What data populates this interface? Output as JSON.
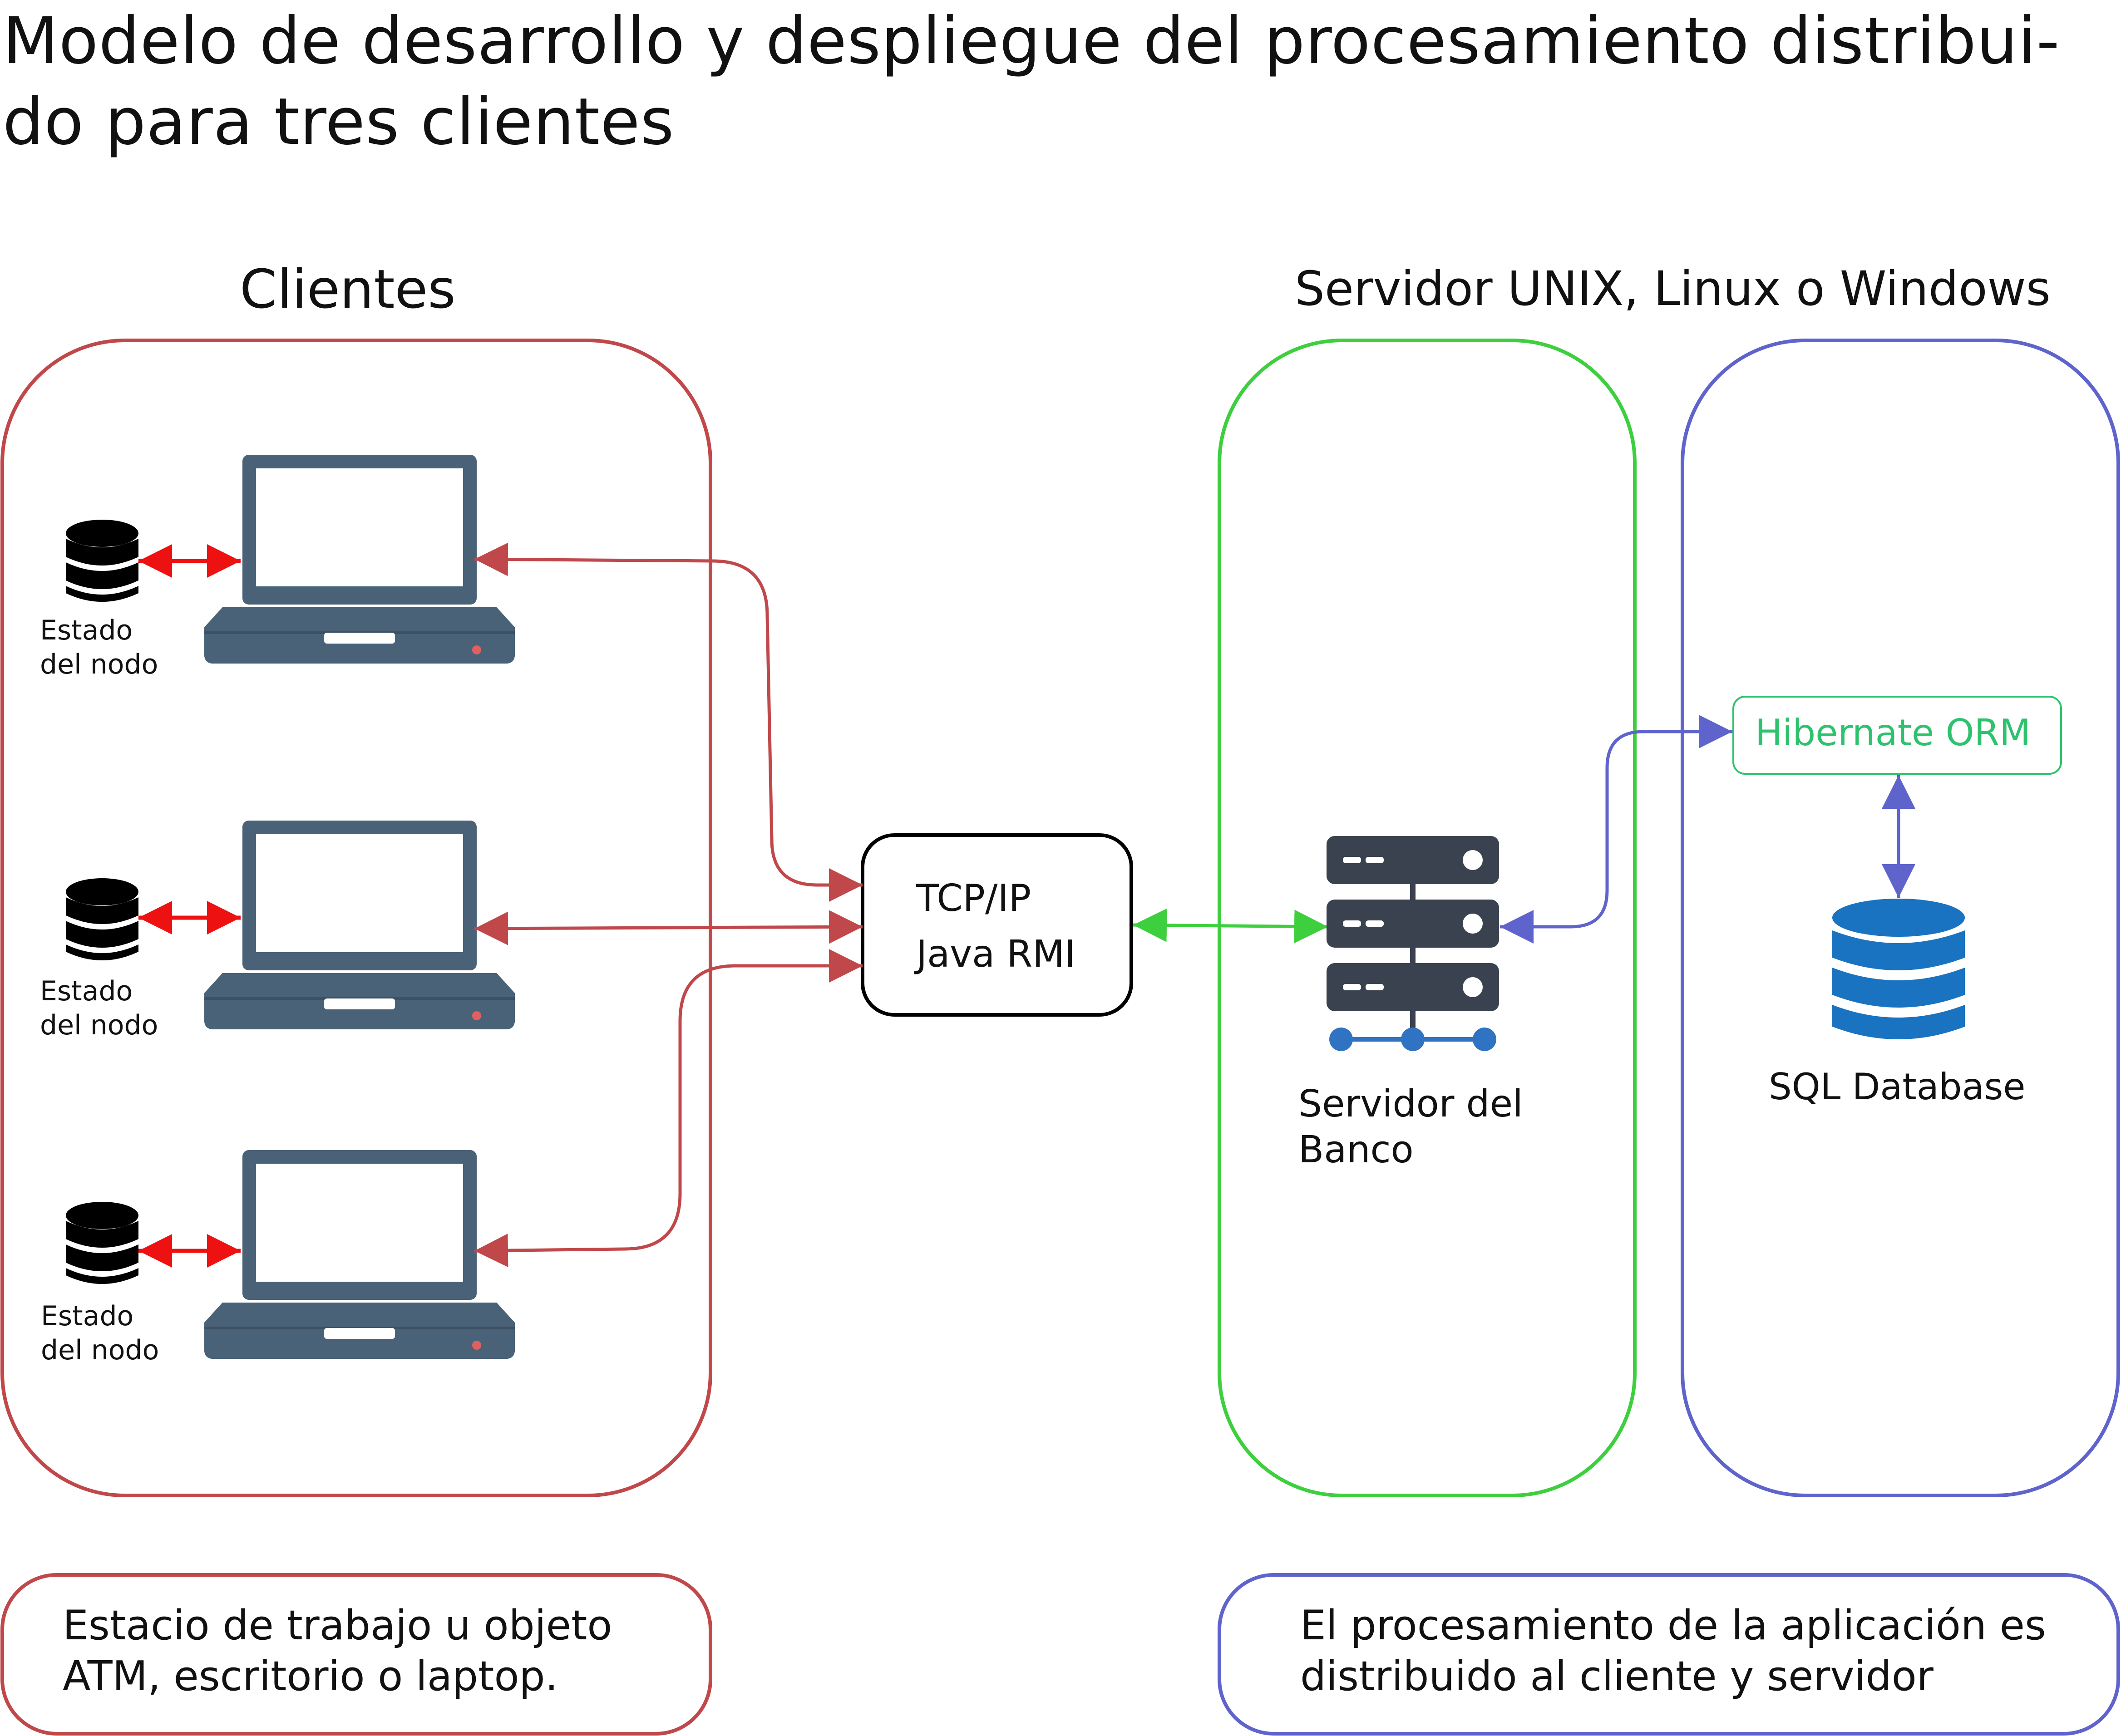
{
  "title": {
    "line1": "Modelo de desarrollo y despliegue del procesamiento distribui-",
    "line2": "do para tres clientes"
  },
  "clients": {
    "heading": "Clientes",
    "nodes": [
      {
        "state_line1": "Estado",
        "state_line2": "del nodo"
      },
      {
        "state_line1": "Estado",
        "state_line2": "del nodo"
      },
      {
        "state_line1": "Estado",
        "state_line2": "del nodo"
      }
    ],
    "caption_line1": "Estacio de trabajo u objeto",
    "caption_line2": "ATM, escritorio o laptop."
  },
  "protocol": {
    "line1": "TCP/IP",
    "line2": "Java RMI"
  },
  "server": {
    "heading": "Servidor UNIX, Linux o Windows",
    "bank_line1": "Servidor del",
    "bank_line2": "Banco",
    "orm_label": "Hibernate ORM",
    "db_label": "SQL Database",
    "caption_line1": "El procesamiento de la aplicación es",
    "caption_line2": "distribuido al cliente y servidor"
  },
  "colors": {
    "clients_border": "#c0484a",
    "server_border": "#3ecf3e",
    "database_border": "#5f63cc",
    "local_arrow": "#ee1111",
    "client_arrow": "#c0484a",
    "server_arrow": "#3ecf3e",
    "db_arrow": "#5f63cc",
    "orm_text": "#2ec26e",
    "laptop": "#4a6278",
    "sql_db": "#1a73c0",
    "server_rack": "#3a424f"
  }
}
